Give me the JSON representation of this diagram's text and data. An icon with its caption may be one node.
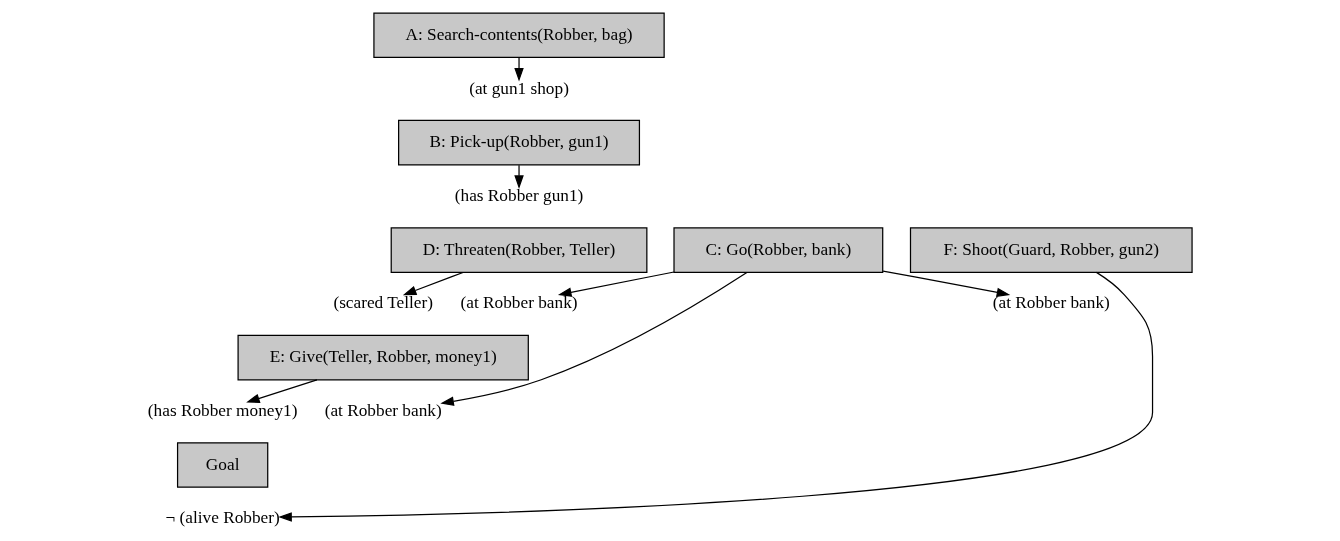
{
  "diagram": {
    "nodes": [
      {
        "text": [
          "A: Search-contents(Robber, bag)"
        ]
      },
      {
        "text": [
          "(at gun1 shop)"
        ]
      },
      {
        "text": [
          "B: Pick-up(Robber, gun1)"
        ]
      },
      {
        "text": [
          "(has Robber gun1)"
        ]
      },
      {
        "text": [
          "D: Threaten(Robber, Teller)"
        ]
      },
      {
        "text": [
          "(at Robber bank)"
        ]
      },
      {
        "text": [
          "(scared Teller)"
        ]
      },
      {
        "text": [
          "E: Give(Teller, Robber, money1)"
        ]
      },
      {
        "text": [
          "(at Robber bank)"
        ]
      },
      {
        "text": [
          "(has Robber money1)"
        ]
      },
      {
        "text": [
          "Goal"
        ]
      },
      {
        "text": [
          "¬ (alive Robber)"
        ]
      },
      {
        "text": [
          "C: Go(Robber, bank)"
        ]
      },
      {
        "text": [
          "F: Shoot(Guard, Robber, gun2)"
        ]
      },
      {
        "text": [
          "(at Robber bank)"
        ]
      }
    ],
    "edges": [
      {
        "from": 0,
        "to": 1,
        "arrow": "to"
      },
      {
        "from": 2,
        "to": 3,
        "arrow": "to"
      },
      {
        "from": 4,
        "to": 6,
        "arrow": "to"
      },
      {
        "from": 7,
        "to": 9,
        "arrow": "to"
      },
      {
        "from": 12,
        "to": 5,
        "arrow": "to"
      },
      {
        "from": 12,
        "to": 8,
        "arrow": "to"
      },
      {
        "from": 12,
        "to": 14,
        "arrow": "to"
      },
      {
        "from": 13,
        "to": 11,
        "arrow": "to"
      }
    ]
  }
}
